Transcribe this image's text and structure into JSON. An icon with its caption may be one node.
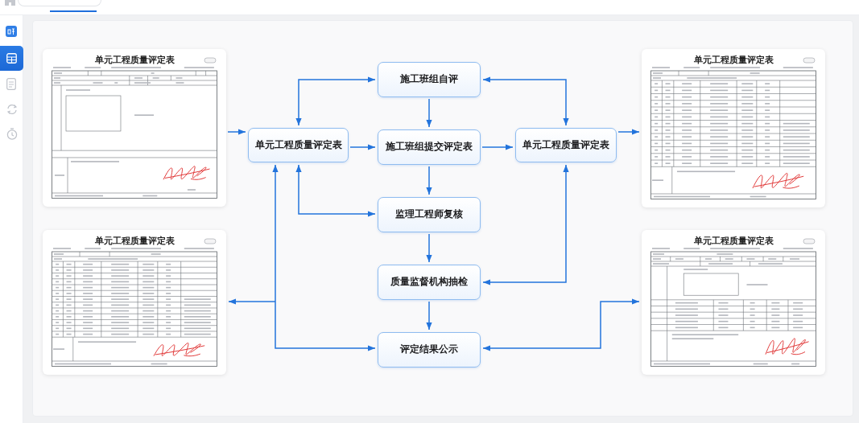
{
  "diagram": {
    "nodes": [
      {
        "text": [
          "单元工程质量评定表"
        ]
      },
      {
        "text": [
          "单元工程质量评定表"
        ]
      },
      {
        "text": [
          "施工班组自评"
        ]
      },
      {
        "text": [
          "单元工程质量评定表"
        ]
      },
      {
        "text": [
          "施工班组提交评定表"
        ]
      },
      {
        "text": [
          "单元工程质量评定表"
        ]
      },
      {
        "text": [
          "监理工程师复核"
        ]
      },
      {
        "text": [
          "质量监督机构抽检"
        ]
      },
      {
        "text": [
          "评定结果公示"
        ]
      },
      {
        "text": [
          "单元工程质量评定表"
        ]
      },
      {
        "text": [
          "单元工程质量评定表"
        ]
      }
    ],
    "edges": [
      {
        "from": 0,
        "to": 3,
        "arrow": "to"
      },
      {
        "from": 3,
        "to": 2,
        "arrow": "both"
      },
      {
        "from": 2,
        "to": 5,
        "arrow": "both"
      },
      {
        "from": 2,
        "to": 4,
        "arrow": "to"
      },
      {
        "from": 3,
        "to": 4,
        "arrow": "to"
      },
      {
        "from": 4,
        "to": 5,
        "arrow": "to"
      },
      {
        "from": 5,
        "to": 1,
        "arrow": "to"
      },
      {
        "from": 4,
        "to": 6,
        "arrow": "to"
      },
      {
        "from": 3,
        "to": 6,
        "arrow": "both"
      },
      {
        "from": 5,
        "to": 7,
        "arrow": "both"
      },
      {
        "from": 6,
        "to": 7,
        "arrow": "to"
      },
      {
        "from": 7,
        "to": 8,
        "arrow": "to"
      },
      {
        "from": 3,
        "to": 8,
        "arrow": "both"
      },
      {
        "from": 3,
        "to": 9,
        "arrow": "both"
      },
      {
        "from": 8,
        "to": 10,
        "arrow": "both"
      }
    ]
  }
}
